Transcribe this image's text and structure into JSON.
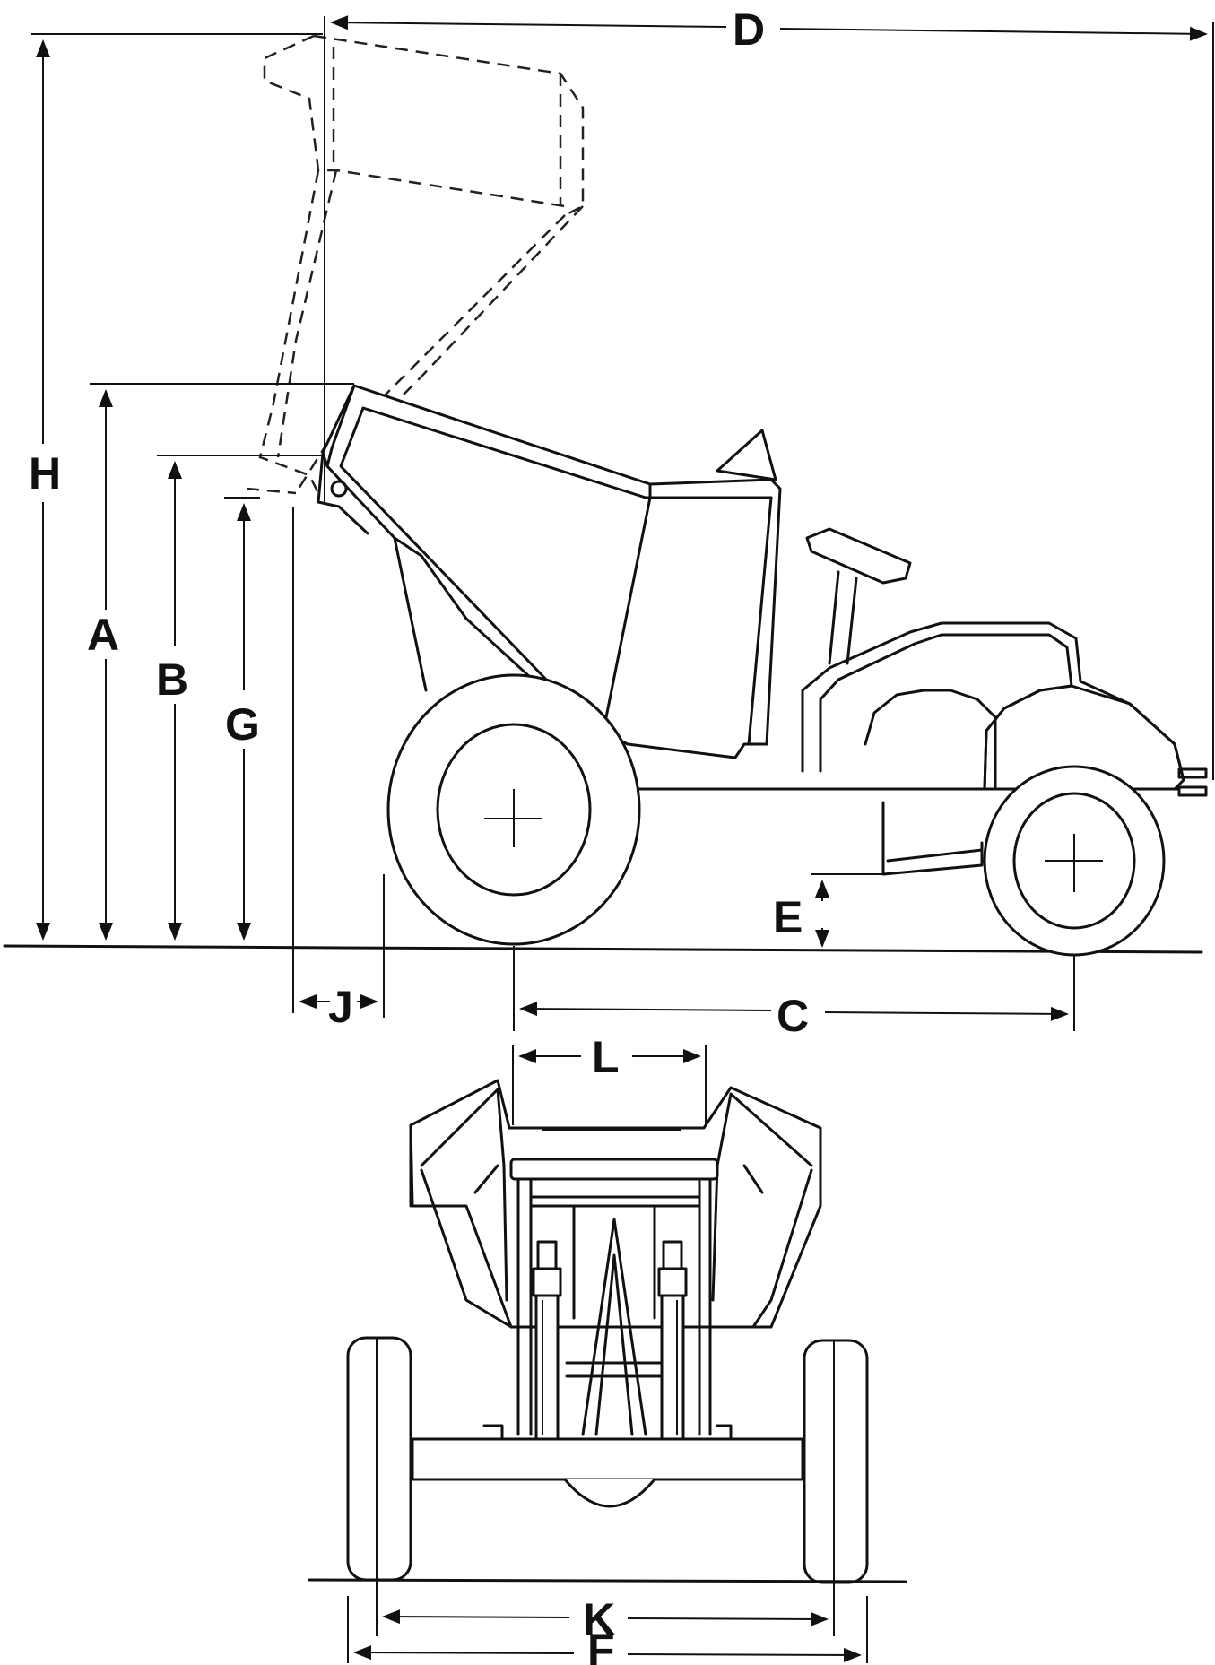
{
  "dimensions": {
    "A": "A",
    "B": "B",
    "C": "C",
    "D": "D",
    "E": "E",
    "F": "F",
    "G": "G",
    "H": "H",
    "J": "J",
    "K": "K",
    "L": "L"
  },
  "colors": {
    "line": "#111111",
    "background": "#ffffff"
  }
}
